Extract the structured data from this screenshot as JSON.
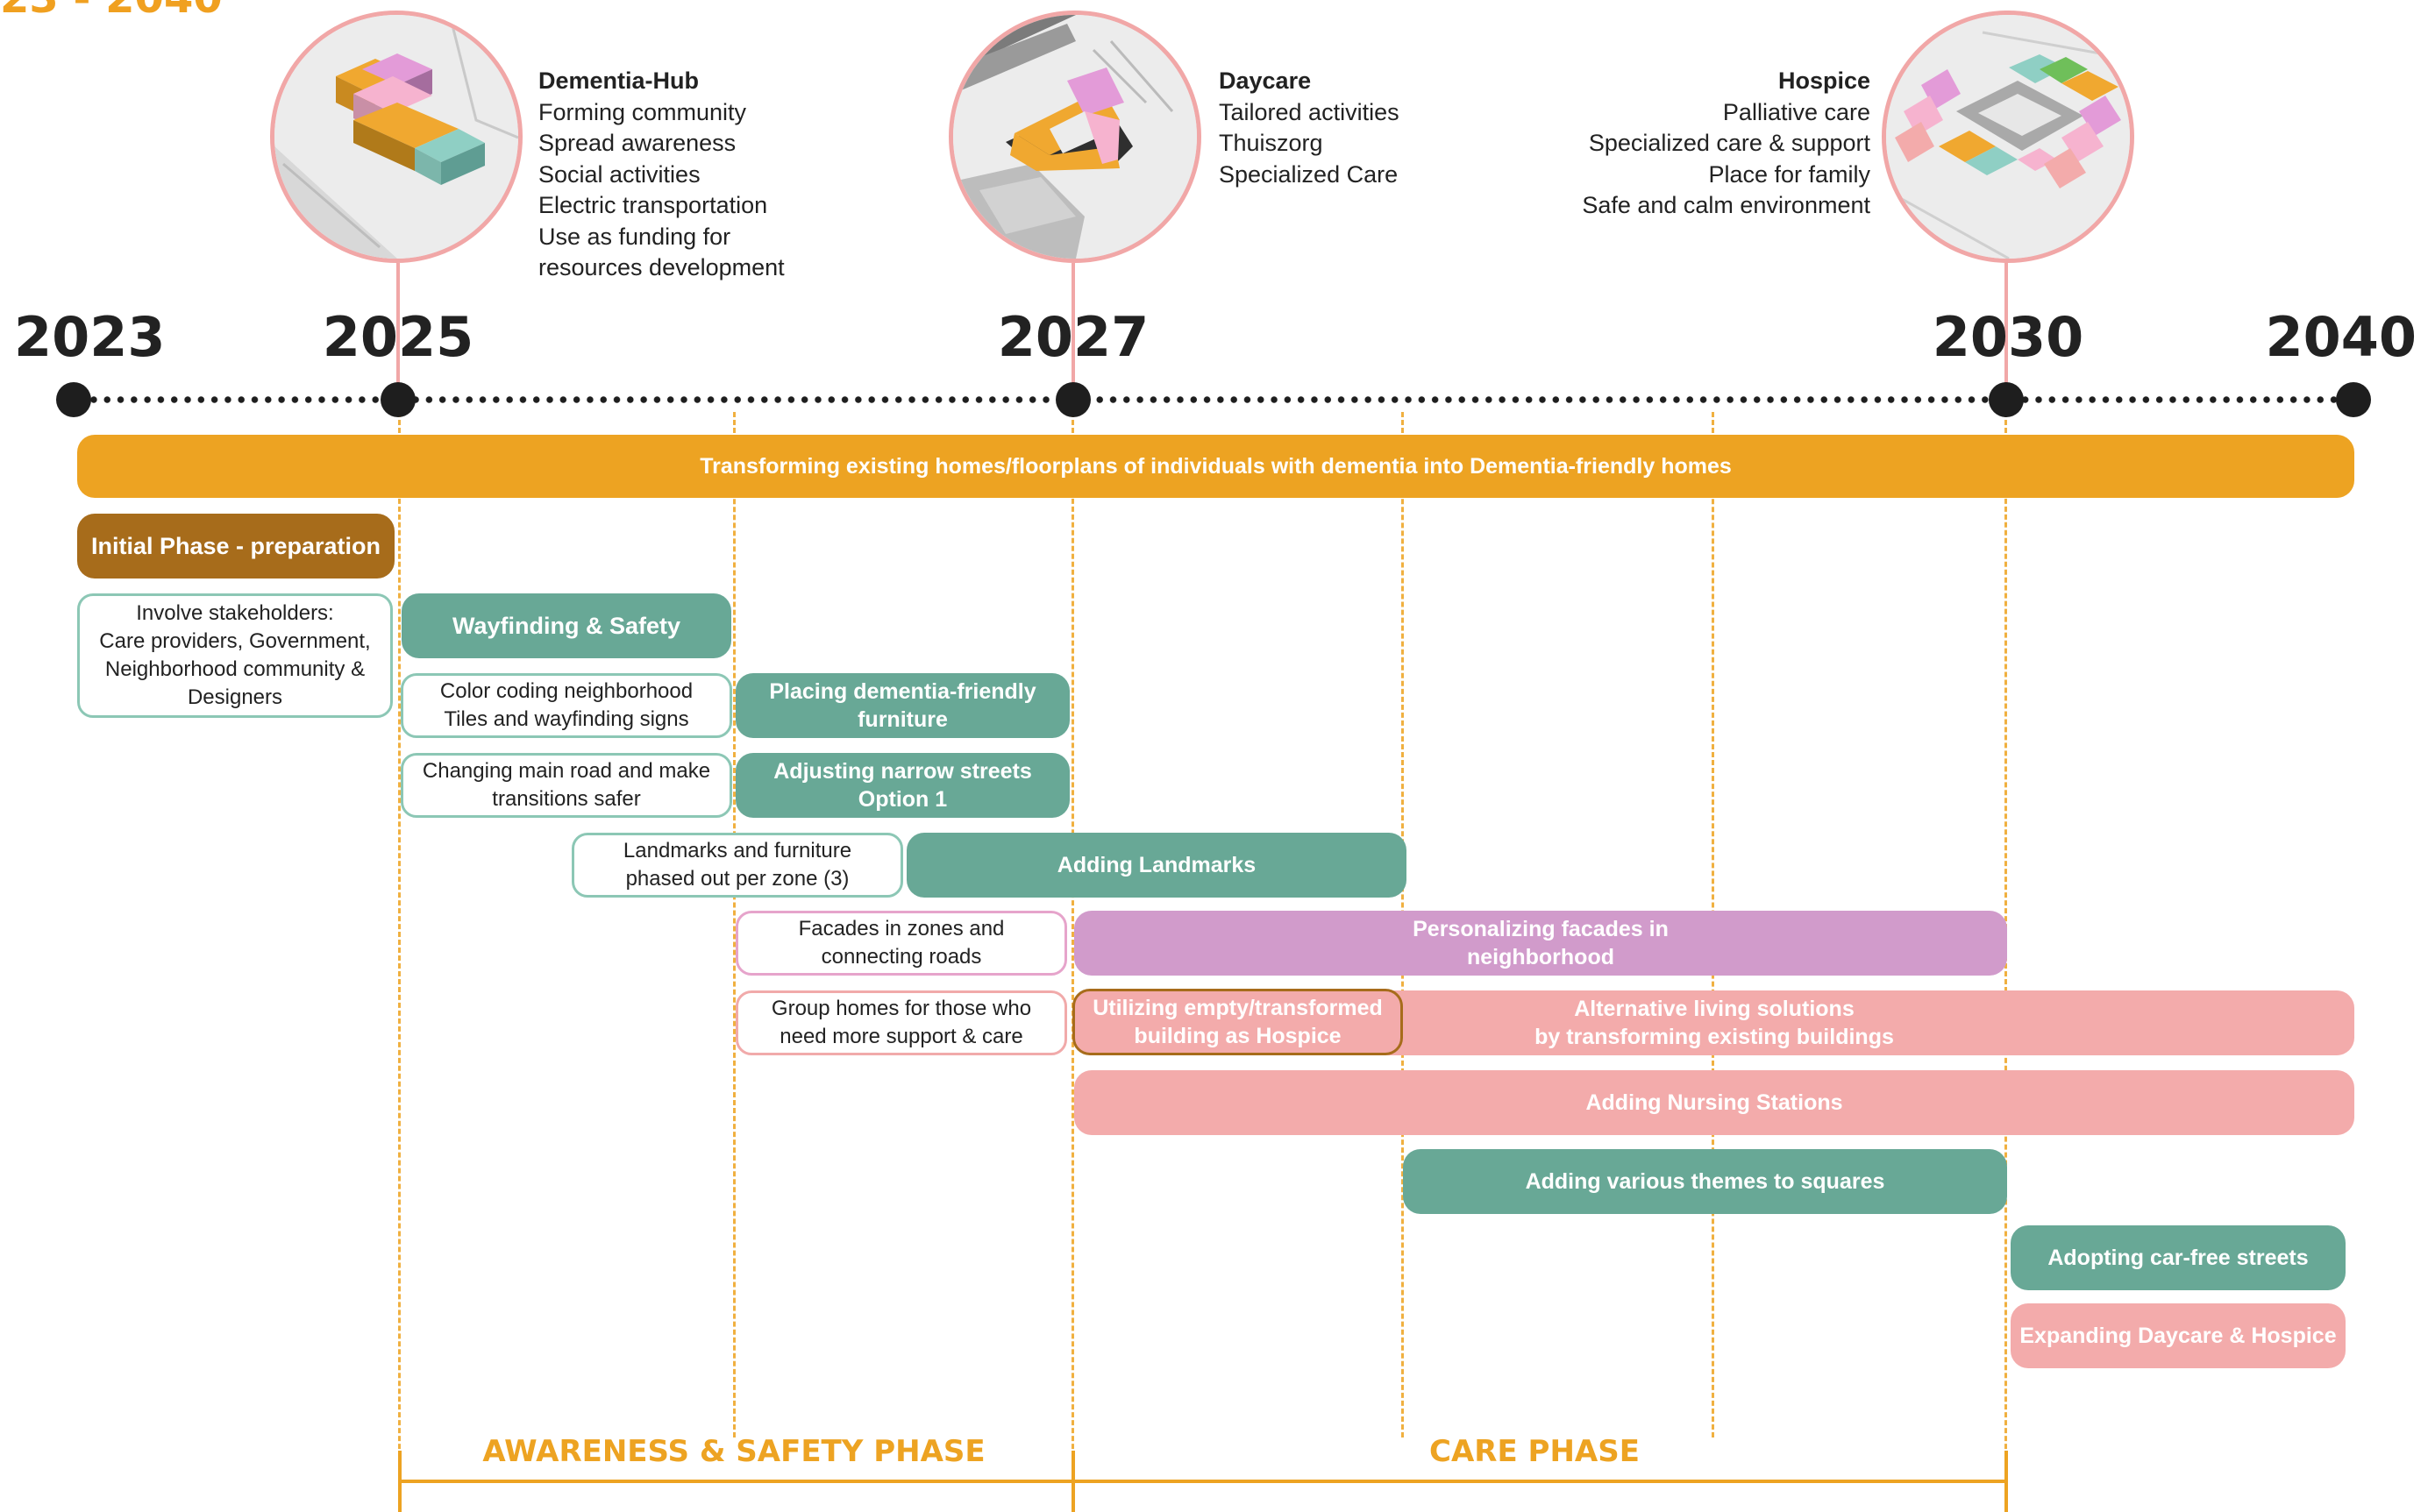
{
  "header": {
    "partial_title": "23 - 2040"
  },
  "years": [
    "2023",
    "2025",
    "2027",
    "2030",
    "2040"
  ],
  "milestones": [
    {
      "title": "Dementia-Hub",
      "lines": [
        "Forming community",
        "Spread awareness",
        "Social activities",
        "Electric transportation",
        "Use as funding for",
        "resources development"
      ]
    },
    {
      "title": "Daycare",
      "lines": [
        "Tailored activities",
        "Thuiszorg",
        "Specialized Care"
      ]
    },
    {
      "title": "Hospice",
      "lines": [
        "Palliative care",
        "Specialized care & support",
        "Place for family",
        "Safe and calm environment"
      ]
    }
  ],
  "bars": {
    "transforming": "Transforming existing homes/floorplans of individuals with dementia into Dementia-friendly homes",
    "initial_phase": "Initial Phase - preparation",
    "wayfinding": "Wayfinding & Safety",
    "placing_furniture": "Placing dementia-friendly\nfurniture",
    "adjusting_streets": "Adjusting narrow streets\nOption 1",
    "adding_landmarks": "Adding Landmarks",
    "personalizing_facades": "Personalizing facades in\nneighborhood",
    "utilizing_hospice": "Utilizing empty/transformed\nbuilding as Hospice",
    "alternative_living": "Alternative living solutions\nby transforming existing buildings",
    "nursing_stations": "Adding Nursing Stations",
    "themes_squares": "Adding various themes to squares",
    "car_free": "Adopting car-free streets",
    "expanding_daycare": "Expanding Daycare & Hospice"
  },
  "boxes": {
    "stakeholders": "Involve stakeholders:\nCare providers, Government,\nNeighborhood community &\nDesigners",
    "color_coding": "Color coding neighborhood\nTiles and wayfinding signs",
    "main_road": "Changing main road and make\ntransitions safer",
    "landmarks_zone": "Landmarks and furniture\nphased out per zone (3)",
    "facades_zones": "Facades in zones and\nconnecting roads",
    "group_homes": "Group homes for those who\nneed more support & care"
  },
  "phases": {
    "awareness": "AWARENESS & SAFETY PHASE",
    "care": "CARE PHASE"
  },
  "colors": {
    "orange": "#eda322",
    "brown": "#a76c1b",
    "green": "#68a896",
    "pink": "#f3abab",
    "purple": "#d19bcb",
    "dark": "#1e1e1e"
  }
}
